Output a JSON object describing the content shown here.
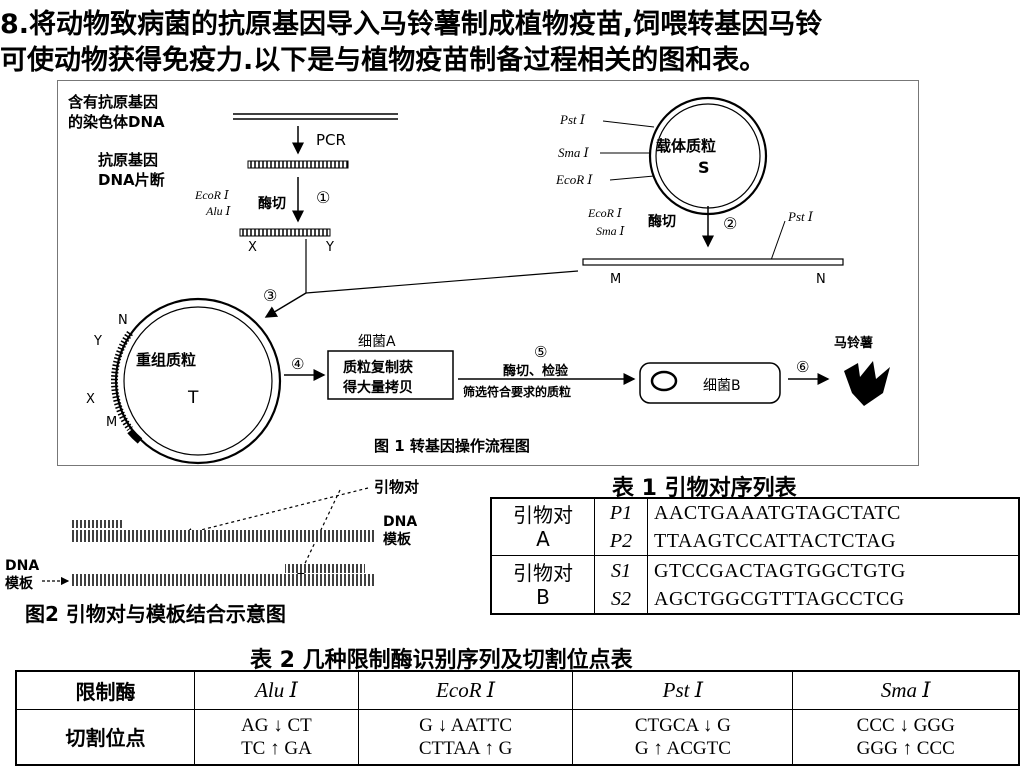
{
  "question": {
    "line1": "8.将动物致病菌的抗原基因导入马铃薯制成植物疫苗,饲喂转基因马铃",
    "line2": "可使动物获得免疫力.以下是与植物疫苗制备过程相关的图和表。"
  },
  "figure1": {
    "caption": "图 1  转基因操作流程图",
    "chromosome_label_1": "含有抗原基因",
    "chromosome_label_2": "的染色体DNA",
    "pcr": "PCR",
    "gene_fragment_1": "抗原基因",
    "gene_fragment_2": "DNA片断",
    "enzyme_ecori": "EcoR Ⅰ",
    "enzyme_alui": "Alu Ⅰ",
    "enzyme_psti": "Pst Ⅰ",
    "enzyme_smai": "Sma Ⅰ",
    "cut": "酶切",
    "step1": "①",
    "step2": "②",
    "step3": "③",
    "step4": "④",
    "step5": "⑤",
    "step6": "⑥",
    "x": "X",
    "y": "Y",
    "m": "M",
    "n": "N",
    "plasmid_label": "载体质粒",
    "plasmid_s": "S",
    "recombinant_label": "重组质粒",
    "recombinant_t": "T",
    "bacteria_a": "细菌A",
    "box1_line1": "质粒复制获",
    "box1_line2": "得大量拷贝",
    "step5_top": "酶切、检验",
    "step5_bottom": "筛选符合要求的质粒",
    "bacteria_b": "细菌B",
    "potato": "马铃薯"
  },
  "figure2": {
    "caption": "图2  引物对与模板结合示意图",
    "primer_pair": "引物对",
    "dna_template_1": "DNA",
    "dna_template_2": "模板",
    "dna_template_left_1": "DNA",
    "dna_template_left_2": "模板"
  },
  "table1": {
    "title": "表 1    引物对序列表",
    "groups": [
      {
        "name_1": "引物对",
        "name_2": "A",
        "rows": [
          {
            "primer": "P1",
            "seq": "AACTGAAATGTAGCTATC"
          },
          {
            "primer": "P2",
            "seq": "TTAAGTCCATTACTCTAG"
          }
        ]
      },
      {
        "name_1": "引物对",
        "name_2": "B",
        "rows": [
          {
            "primer": "S1",
            "seq": "GTCCGACTAGTGGCTGTG"
          },
          {
            "primer": "S2",
            "seq": "AGCTGGCGTTTAGCCTCG"
          }
        ]
      }
    ]
  },
  "table2": {
    "title": "表 2    几种限制酶识别序列及切割位点表",
    "header": [
      "限制酶",
      "Alu Ⅰ",
      "EcoR Ⅰ",
      "Pst Ⅰ",
      "Sma Ⅰ"
    ],
    "row_label": "切割位点",
    "sites": [
      {
        "top": "AG ↓ CT",
        "bottom": "TC ↑ GA"
      },
      {
        "top": "G ↓ AATTC",
        "bottom": "CTTAA ↑ G"
      },
      {
        "top": "CTGCA ↓ G",
        "bottom": "G ↑ ACGTC"
      },
      {
        "top": "CCC ↓ GGG",
        "bottom": "GGG ↑ CCC"
      }
    ]
  }
}
